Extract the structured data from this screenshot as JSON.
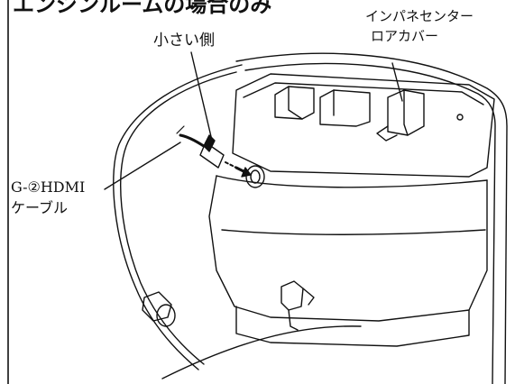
{
  "heading": "エンジンルームの場合のみ",
  "callouts": {
    "small_side": "小さい側",
    "panel_line1": "インパネセンター",
    "panel_line2": "ロアカバー",
    "cable_line1": "G-②HDMI",
    "cable_line2": "ケーブル"
  },
  "colors": {
    "line": "#111111",
    "background": "#ffffff"
  }
}
